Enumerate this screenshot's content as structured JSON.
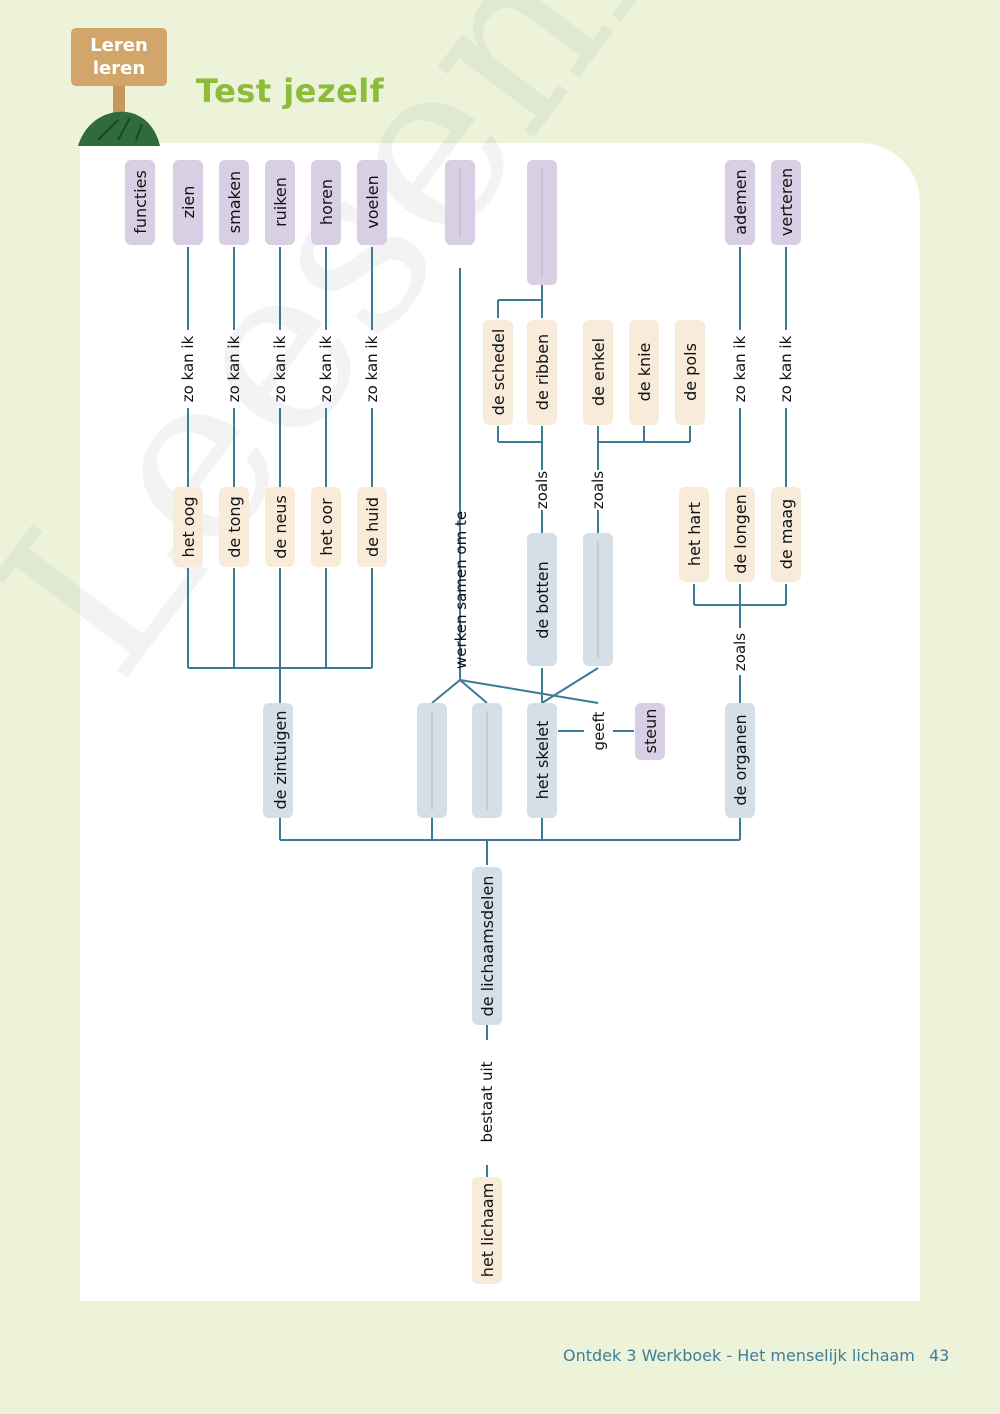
{
  "header": {
    "sign": "Leren leren",
    "title": "Test jezelf"
  },
  "footer": {
    "text": "Ontdek 3 Werkboek - Het menselijk lichaam",
    "page": "43"
  },
  "watermark": "Leesenbijbaar",
  "colors": {
    "purple": "#d9cfe4",
    "peach": "#f8ebda",
    "blue": "#d5dfe7",
    "line": "#3e7995",
    "title": "#8dbb3a"
  },
  "map": {
    "root": "het lichaam",
    "root_link": "bestaat uit",
    "body_parts": "de lichaamsdelen",
    "columns_header": "functies",
    "senses_group": "de zintuigen",
    "senses": [
      {
        "organ": "het oog",
        "link": "zo kan ik",
        "function": "zien"
      },
      {
        "organ": "de tong",
        "link": "zo kan ik",
        "function": "smaken"
      },
      {
        "organ": "de neus",
        "link": "zo kan ik",
        "function": "ruiken"
      },
      {
        "organ": "het oor",
        "link": "zo kan ik",
        "function": "horen"
      },
      {
        "organ": "de huid",
        "link": "zo kan ik",
        "function": "voelen"
      }
    ],
    "work_together": "werken samen om te",
    "skeleton": "het skelet",
    "skeleton_gives": "geeft",
    "skeleton_gives_what": "steun",
    "bones": "de botten",
    "bones_link": "zoals",
    "bones_examples": [
      "de schedel",
      "de ribben"
    ],
    "joints_link": "zoals",
    "joints_examples": [
      "de enkel",
      "de knie",
      "de pols"
    ],
    "organs": "de organen",
    "organs_link": "zoals",
    "organ_examples": [
      {
        "name": "het hart",
        "link": "",
        "function": ""
      },
      {
        "name": "de longen",
        "link": "zo kan ik",
        "function": "ademen"
      },
      {
        "name": "de maag",
        "link": "zo kan ik",
        "function": "verteren"
      }
    ]
  }
}
